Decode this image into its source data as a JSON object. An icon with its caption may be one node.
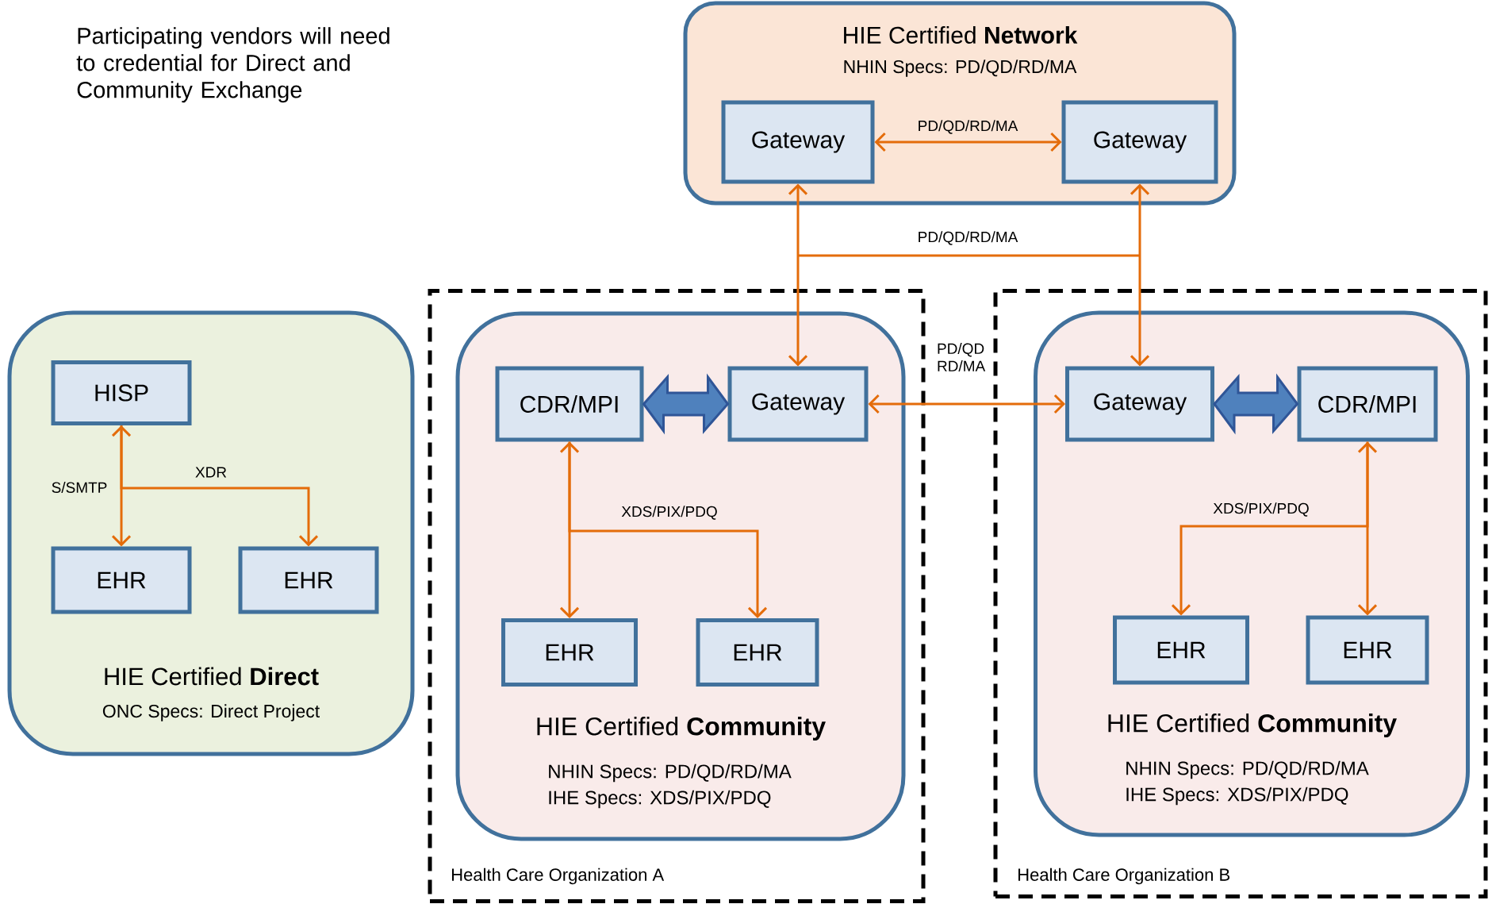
{
  "diagram": {
    "nodes": [
      {
        "text": [
          "HIE Certified **Network**",
          "NHIN Specs: PD/QD/RD/MA"
        ]
      },
      {
        "text": [
          "Gateway"
        ],
        "in": 0
      },
      {
        "text": [
          "Gateway"
        ],
        "in": 0
      },
      {
        "text": [
          "HIE Certified **Direct**",
          "ONC Specs: Direct Project"
        ]
      },
      {
        "text": [
          "HISP"
        ],
        "in": 3
      },
      {
        "text": [
          "EHR"
        ],
        "in": 3
      },
      {
        "text": [
          "EHR"
        ],
        "in": 3
      },
      {
        "text": [
          "Health Care Organization A"
        ]
      },
      {
        "text": [
          "HIE Certified **Community**",
          "NHIN Specs: PD/QD/RD/MA",
          "IHE Specs: XDS/PIX/PDQ"
        ],
        "in": 7
      },
      {
        "text": [
          "CDR/MPI"
        ],
        "in": 8
      },
      {
        "text": [
          "Gateway"
        ],
        "in": 8
      },
      {
        "text": [
          "EHR"
        ],
        "in": 8
      },
      {
        "text": [
          "EHR"
        ],
        "in": 8
      },
      {
        "text": [
          "Health Care Organization B"
        ]
      },
      {
        "text": [
          "HIE Certified **Community**",
          "NHIN Specs: PD/QD/RD/MA",
          "IHE Specs: XDS/PIX/PDQ"
        ],
        "in": 13
      },
      {
        "text": [
          "Gateway"
        ],
        "in": 14
      },
      {
        "text": [
          "CDR/MPI"
        ],
        "in": 14
      },
      {
        "text": [
          "EHR"
        ],
        "in": 14
      },
      {
        "text": [
          "EHR"
        ],
        "in": 14
      }
    ],
    "edges": [
      {
        "from": 1,
        "to": 2,
        "arrow": "both",
        "label": "PD/QD/RD/MA"
      },
      {
        "from": 1,
        "to": 10,
        "arrow": "both",
        "label": "PD/QD/RD/MA"
      },
      {
        "from": 2,
        "to": 15,
        "arrow": "both"
      },
      {
        "from": 10,
        "to": 15,
        "arrow": "both",
        "label": "PD/QD RD/MA"
      },
      {
        "from": 4,
        "to": 5,
        "arrow": "both",
        "label": "S/SMTP"
      },
      {
        "from": 4,
        "to": 6,
        "arrow": "to",
        "label": "XDR"
      },
      {
        "from": 9,
        "to": 10,
        "arrow": "both",
        "style": "thick",
        "color": "#4f81bd"
      },
      {
        "from": 9,
        "to": 11,
        "arrow": "both"
      },
      {
        "from": 9,
        "to": 12,
        "arrow": "to",
        "label": "XDS/PIX/PDQ"
      },
      {
        "from": 15,
        "to": 16,
        "arrow": "both",
        "style": "thick",
        "color": "#4f81bd"
      },
      {
        "from": 16,
        "to": 18,
        "arrow": "both"
      },
      {
        "from": 16,
        "to": 17,
        "arrow": "to",
        "label": "XDS/PIX/PDQ"
      }
    ],
    "labels": [
      "Participating vendors will need to credential for Direct and Community Exchange"
    ]
  }
}
